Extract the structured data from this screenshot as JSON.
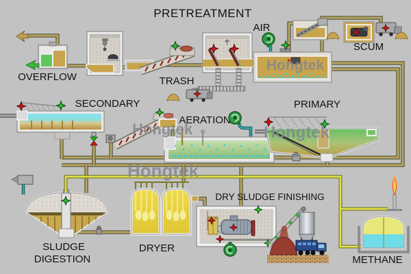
{
  "meta": {
    "screen_type": "wastewater-treatment-plant-hmi",
    "background_color": "#c2c2c2"
  },
  "labels": {
    "title": "PRETREATMENT",
    "overflow": "OVERFLOW",
    "trash": "TRASH",
    "air": "AIR",
    "scum": "SCUM",
    "secondary": "SECONDARY",
    "aeration": "AERATION",
    "primary": "PRIMARY",
    "sludge_digestion_line1": "SLUDGE",
    "sludge_digestion_line2": "DIGESTION",
    "dryer": "DRYER",
    "dry_sludge_finishing": "DRY SLUDGE FINISHING",
    "methane": "METHANE"
  },
  "watermark": {
    "text": "Hongtek",
    "color": "#84888f"
  },
  "colors": {
    "status_running_green": "#22cc22",
    "status_alarm_red": "#dd1111",
    "pipe_tan": "#b6a45e",
    "gas_pipe_yellow": "#e2e24e",
    "air_pipe_teal": "#3aa4a4",
    "water_cyan": "#86e2ee",
    "water_green": "#8cbc74",
    "sludge_tan": "#c8a44c",
    "dryer_yellow": "#e8d742",
    "flame_orange": "#ff7010"
  }
}
